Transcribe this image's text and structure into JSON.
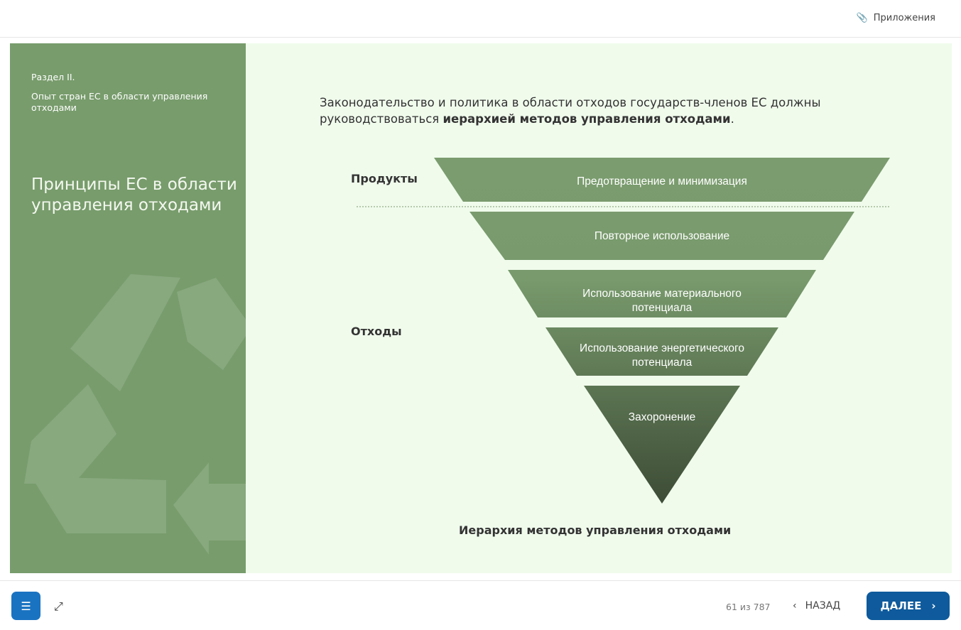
{
  "header": {
    "attachments_label": "Приложения"
  },
  "sidebar": {
    "section": "Раздел II.",
    "subtitle": "Опыт стран ЕС в области управления отходами",
    "title": "Принципы ЕС в области управления отходами"
  },
  "main": {
    "intro_text": "Законодательство и политика в области отходов государств-членов ЕС должны руководствоваться ",
    "intro_bold": "иерархией методов управления отходами",
    "intro_end": ".",
    "label_products": "Продукты",
    "label_waste": "Отходы",
    "levels": [
      "Предотвращение и минимизация",
      "Повторное использование",
      "Использование материального потенциала",
      "Использование энергетического потенциала",
      "Захоронение"
    ],
    "caption": "Иерархия методов управления отходами"
  },
  "footer": {
    "counter": "61 из 787",
    "back_label": "НАЗАД",
    "next_label": "ДАЛЕЕ"
  },
  "colors": {
    "sidebar": "#789c6c",
    "content_bg": "#f0fbec",
    "accent": "#0e5a9c"
  }
}
